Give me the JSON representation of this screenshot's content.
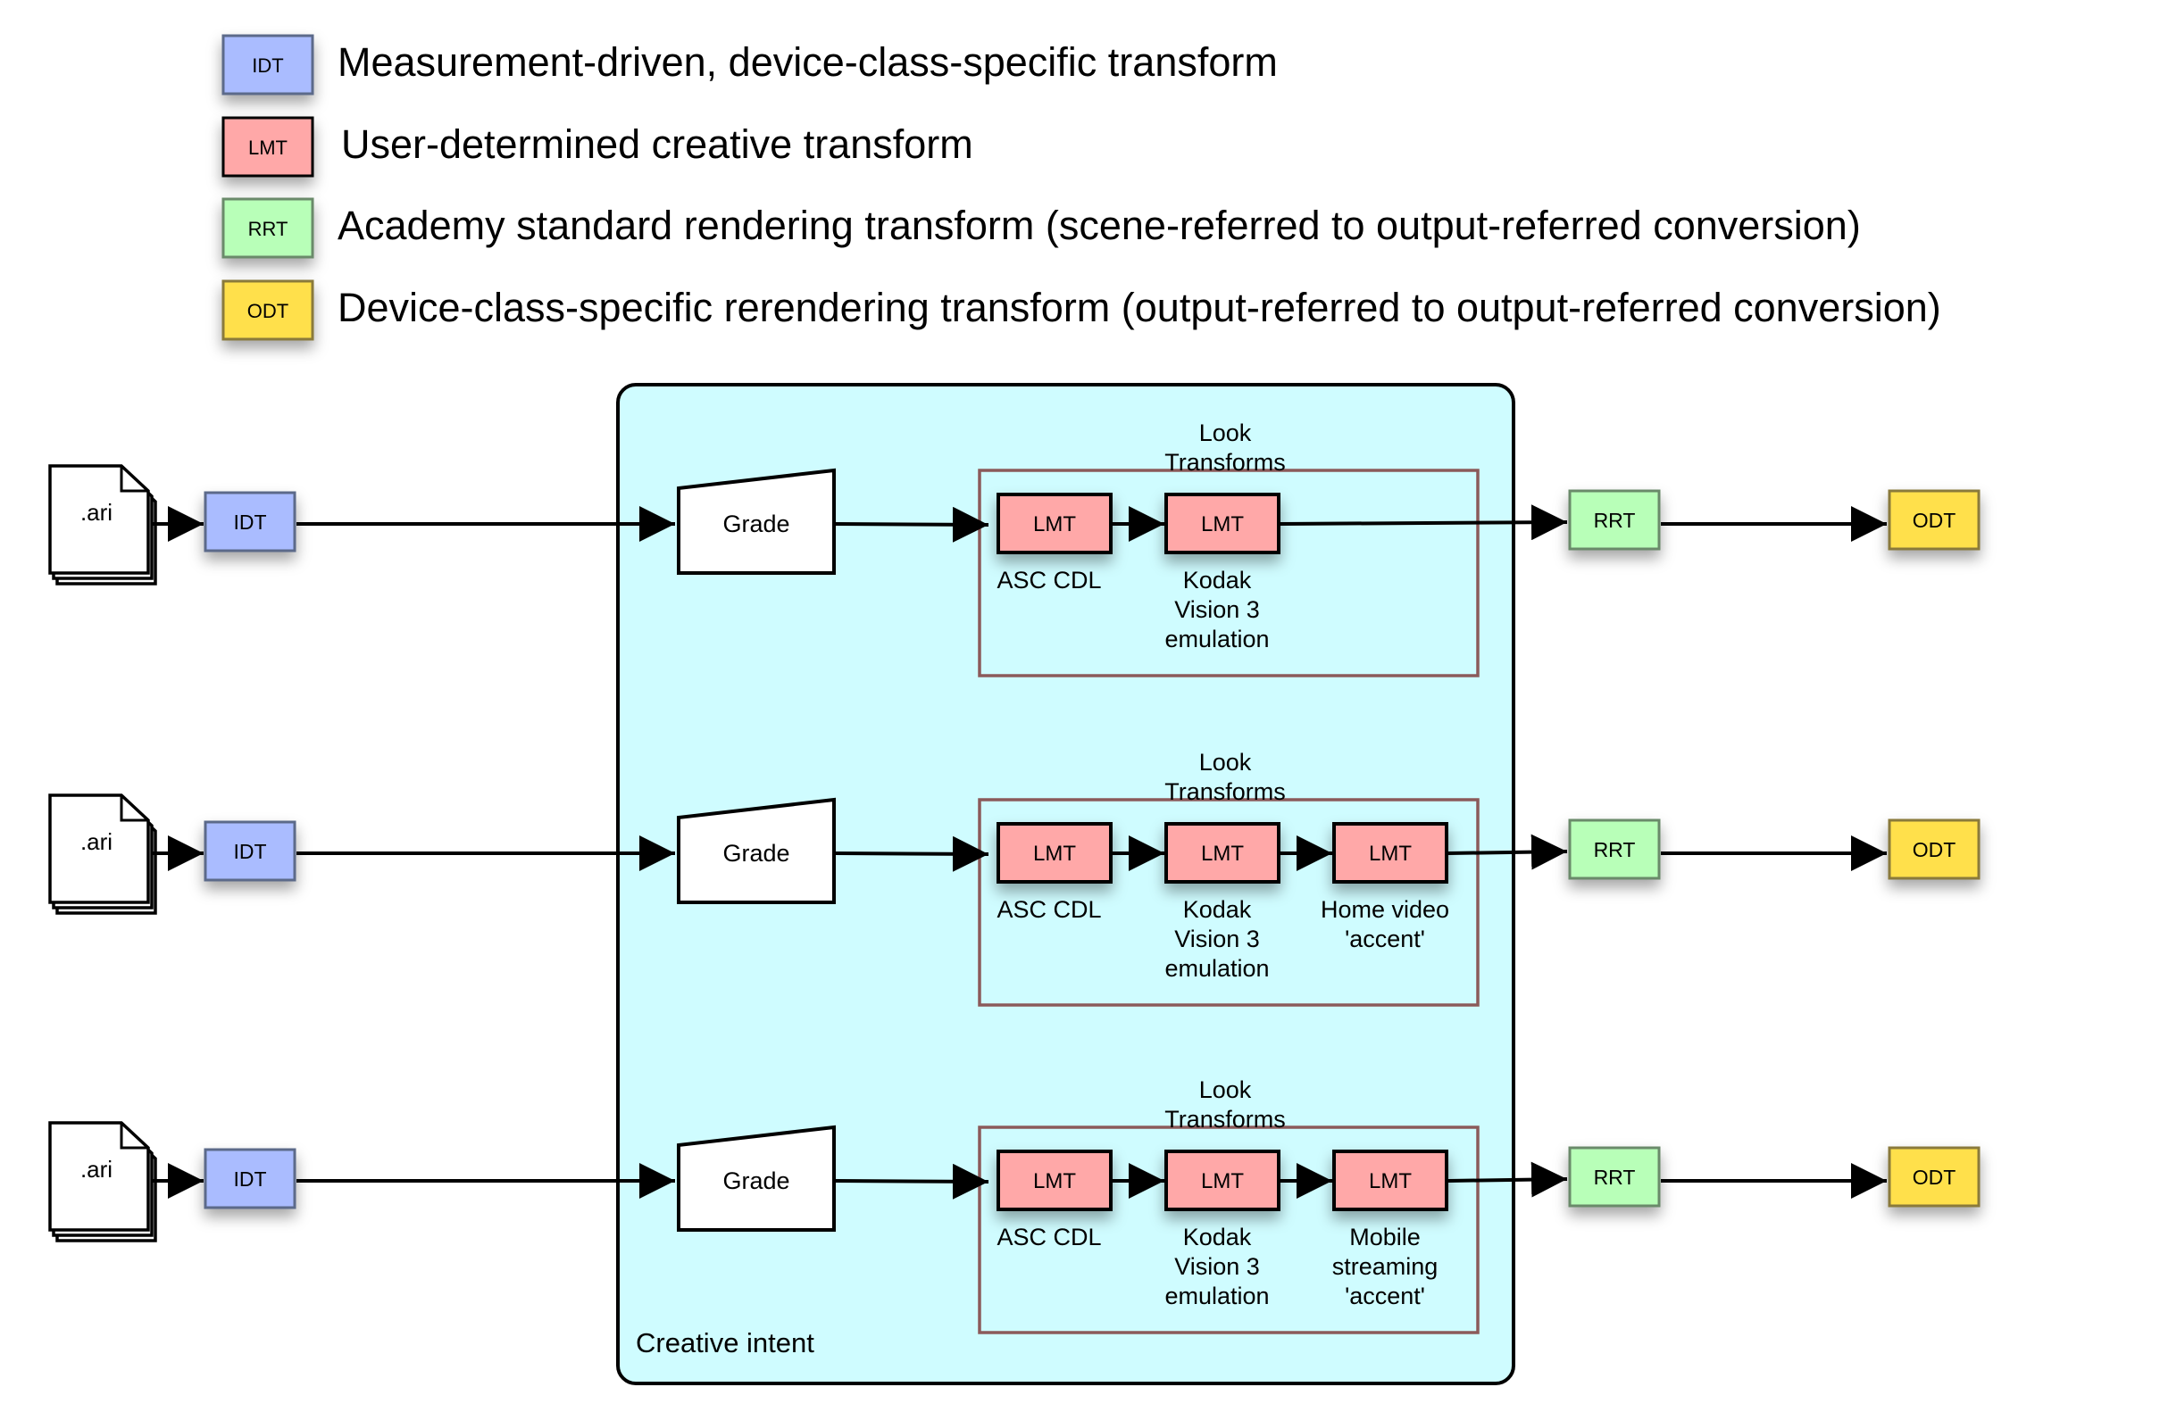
{
  "legend": [
    {
      "key": "idt",
      "tag": "IDT",
      "description": "Measurement-driven, device-class-specific transform"
    },
    {
      "key": "lmt",
      "tag": "LMT",
      "description": "User-determined creative transform"
    },
    {
      "key": "rrt",
      "tag": "RRT",
      "description": "Academy standard rendering transform (scene-referred to output-referred conversion)"
    },
    {
      "key": "odt",
      "tag": "ODT",
      "description": "Device-class-specific rerendering transform (output-referred to output-referred conversion)"
    }
  ],
  "colors": {
    "idt_fill": "#aabcff",
    "idt_text": "#6470a6",
    "lmt_fill": "#ffa8a8",
    "rrt_fill": "#b8ffb8",
    "rrt_text": "#6f9c6f",
    "odt_fill": "#ffe04c",
    "odt_text": "#9a8431",
    "creative_fill": "#cffcff",
    "look_border": "#8b5a5a"
  },
  "creative_intent": {
    "label": "Creative intent"
  },
  "rows": [
    {
      "file_label": ".ari",
      "idt": "IDT",
      "grade": "Grade",
      "look_title": [
        "Look",
        "Transforms"
      ],
      "lmts": [
        {
          "tag": "LMT",
          "caption": [
            "ASC CDL"
          ]
        },
        {
          "tag": "LMT",
          "caption": [
            "Kodak",
            "Vision 3",
            "emulation"
          ]
        }
      ],
      "rrt": "RRT",
      "odt": "ODT"
    },
    {
      "file_label": ".ari",
      "idt": "IDT",
      "grade": "Grade",
      "look_title": [
        "Look",
        "Transforms"
      ],
      "lmts": [
        {
          "tag": "LMT",
          "caption": [
            "ASC CDL"
          ]
        },
        {
          "tag": "LMT",
          "caption": [
            "Kodak",
            "Vision 3",
            "emulation"
          ]
        },
        {
          "tag": "LMT",
          "caption": [
            "Home video",
            "'accent'"
          ]
        }
      ],
      "rrt": "RRT",
      "odt": "ODT"
    },
    {
      "file_label": ".ari",
      "idt": "IDT",
      "grade": "Grade",
      "look_title": [
        "Look",
        "Transforms"
      ],
      "lmts": [
        {
          "tag": "LMT",
          "caption": [
            "ASC CDL"
          ]
        },
        {
          "tag": "LMT",
          "caption": [
            "Kodak",
            "Vision 3",
            "emulation"
          ]
        },
        {
          "tag": "LMT",
          "caption": [
            "Mobile",
            "streaming",
            "'accent'"
          ]
        }
      ],
      "rrt": "RRT",
      "odt": "ODT"
    }
  ]
}
